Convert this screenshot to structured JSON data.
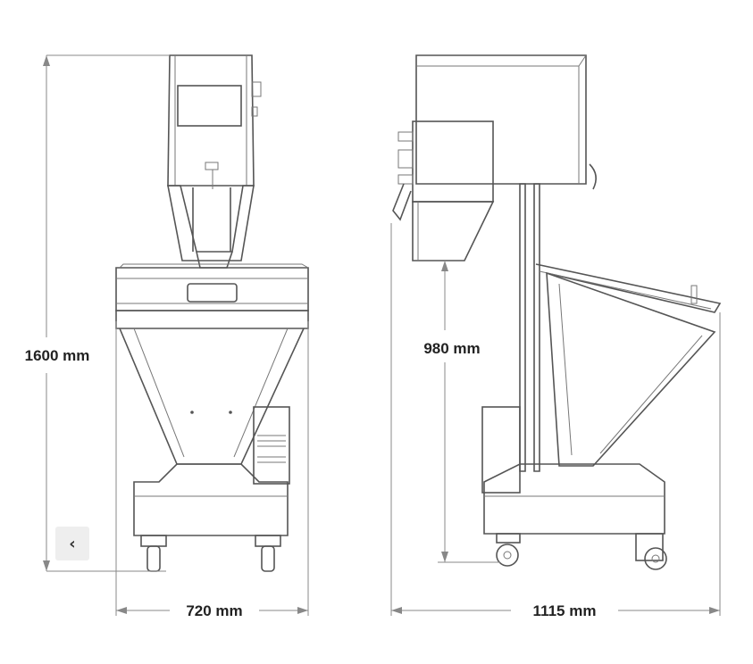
{
  "dimensions": {
    "height_total": "1600 mm",
    "width_front": "720 mm",
    "width_side": "1115 mm",
    "infeed_height": "980 mm"
  },
  "nav": {
    "prev_icon": "chevron-left-icon",
    "prev_glyph": "‹"
  }
}
